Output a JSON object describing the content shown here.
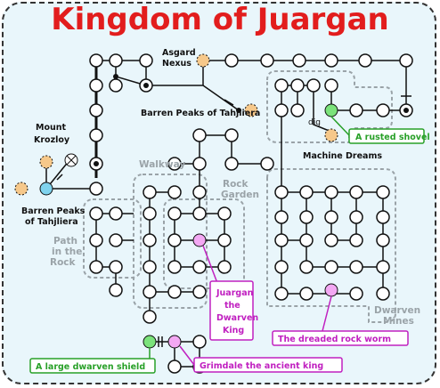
{
  "title": "Kingdom of Juargan",
  "places": {
    "asgard_nexus": [
      "Asgard",
      "Nexus"
    ],
    "barren_peaks_top": "Barren Peaks of Tahjliera",
    "mount_krozloy": [
      "Mount",
      "Krozloy"
    ],
    "barren_peaks_left": [
      "Barren Peaks",
      "of Tahjliera"
    ],
    "machine_dreams": "Machine Dreams",
    "dig": "dig"
  },
  "areas": {
    "walkway": "Walkway",
    "rock_garden": [
      "Rock",
      "Garden"
    ],
    "path_in_the_rock": [
      "Path",
      "in the",
      "Rock"
    ],
    "dwarven_mines": [
      "Dwarven",
      "Mines"
    ]
  },
  "items": {
    "rusted_shovel": "A rusted shovel",
    "dwarven_shield": "A large dwarven shield"
  },
  "npcs": {
    "juargan": [
      "Juargan",
      "the",
      "Dwarven",
      "King"
    ],
    "rock_worm": "The dreaded rock worm",
    "grimdale": "Grimdale the ancient king"
  },
  "colors": {
    "title": "#e21d1d",
    "item": "#28a028",
    "item_node": "#7be37b",
    "npc": "#c020c0",
    "npc_node": "#f3a8f3",
    "exit_node": "#f6c88a",
    "start_node": "#7fd3ee",
    "area_outline": "#9aa3a8",
    "background": "#e9f6fb"
  }
}
